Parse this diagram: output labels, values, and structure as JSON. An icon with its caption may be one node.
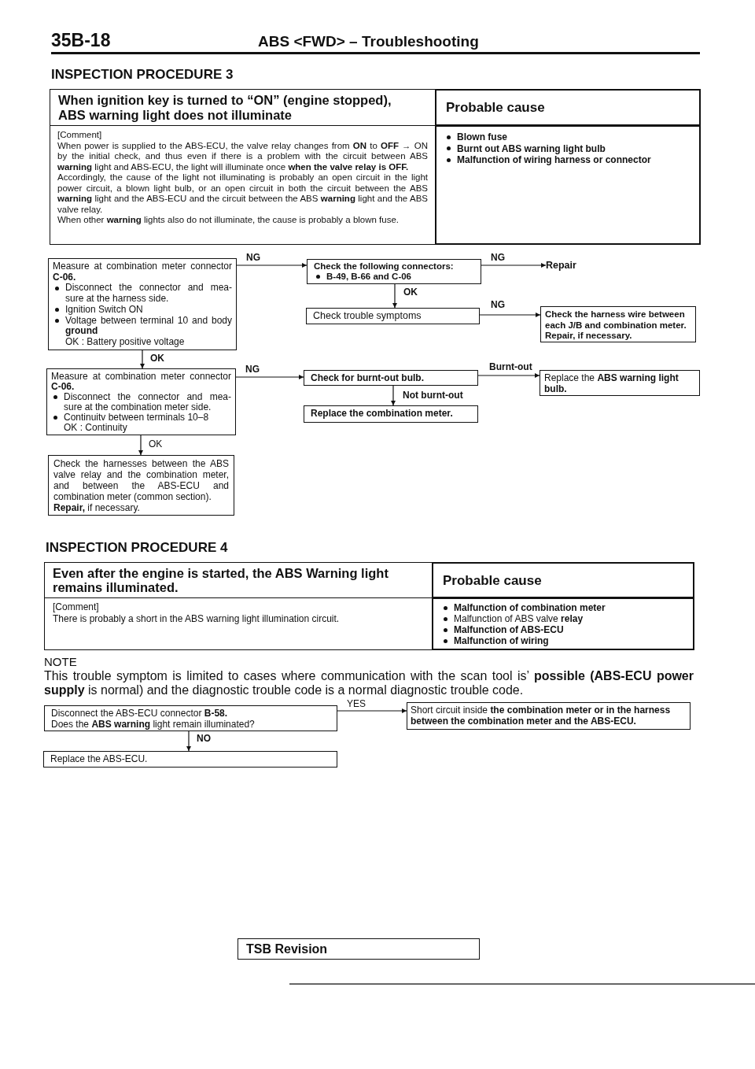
{
  "diagram": {
    "title": "ABS <FWD> – Troubleshooting",
    "nodes": [
      {
        "text": [
          "When ignition key is turned to “ON” (engine stopped), ABS warning light does not illuminate"
        ]
      },
      {
        "text": [
          "Probable cause"
        ]
      },
      {
        "text": [
          "[Comment]",
          "When power is supplied to the ABS-ECU, the valve relay changes from **ON** to **OFF** → ON by the initial check, and thus even if there is a problem with the circuit between ABS **warning** light and ABS-ECU, the light will illuminate once **when the valve relay is OFF.**",
          "Accordingly, the cause of the light not illuminating is probably an open circuit in the light power circuit, a blown light bulb, or an open circuit in both the circuit between the ABS **warning** light and the ABS-ECU and the circuit between the ABS **warning** light and the ABS valve relay.",
          "When other **warning** lights also do not illuminate, the cause is probably a blown fuse."
        ]
      },
      {
        "text": [
          "Blown fuse",
          "Burnt out ABS warning light bulb",
          "Malfunction of wiring harness or connector"
        ]
      },
      {
        "text": [
          "Measure at combination meter connector **C-06.**",
          "Disconnect the connector and mea- sure at the harness side.",
          "Ignition Switch ON",
          "Voltage between terminal 10 and body **ground**",
          "OK : Battery positive voltage"
        ]
      },
      {
        "text": [
          "Check the following connectors:",
          "B-49, B-66 and C-06"
        ]
      },
      {
        "text": [
          "Repair"
        ]
      },
      {
        "text": [
          "Check trouble symptoms"
        ]
      },
      {
        "text": [
          "Check the harness wire between each J/B and combination meter.",
          "Repair, if necessary."
        ]
      },
      {
        "text": [
          "Measure at combination meter connector **C-06.**",
          "Disconnect the connector and mea- sure at the combination meter side.",
          "Continuitv between terminals 10–8",
          "OK : Continuity"
        ]
      },
      {
        "text": [
          "Check for burnt-out bulb."
        ]
      },
      {
        "text": [
          "Replace the **ABS warning light bulb.**"
        ]
      },
      {
        "text": [
          "Replace the combination meter."
        ]
      },
      {
        "text": [
          "Check the harnesses between the ABS valve relay and the combination meter, and between the ABS-ECU and combination meter (common section).",
          "**Repair,** if necessary."
        ]
      },
      {
        "text": [
          "Even after the engine is started, the ABS Warning light remains illuminated."
        ]
      },
      {
        "text": [
          "Probable cause"
        ]
      },
      {
        "text": [
          "[Comment]",
          "There is probably a short in the ABS warning light illumination circuit."
        ]
      },
      {
        "text": [
          "Malfunction of combination meter",
          "Malfunction of ABS valve **relay**",
          "Malfunction of ABS-ECU",
          "Malfunction of wiring"
        ]
      },
      {
        "text": [
          "Disconnect the ABS-ECU connector **B-58.**",
          "Does the **ABS warning** light remain illuminated?"
        ]
      },
      {
        "text": [
          "Short circuit inside **the combination meter or in the harness between the combination meter and the ABS-ECU.**"
        ]
      },
      {
        "text": [
          "Replace the ABS-ECU."
        ]
      },
      {
        "text": [
          "TSB Revision"
        ]
      }
    ],
    "edges": [
      {
        "from": 4,
        "to": 5,
        "arrow": "to",
        "label": "NG"
      },
      {
        "from": 5,
        "to": 6,
        "arrow": "to",
        "label": "NG"
      },
      {
        "from": 5,
        "to": 7,
        "arrow": "to",
        "label": "OK"
      },
      {
        "from": 7,
        "to": 8,
        "arrow": "to",
        "label": "NG"
      },
      {
        "from": 4,
        "to": 9,
        "arrow": "to",
        "label": "OK"
      },
      {
        "from": 9,
        "to": 10,
        "arrow": "to",
        "label": "NG"
      },
      {
        "from": 10,
        "to": 11,
        "arrow": "to",
        "label": "Burnt-out"
      },
      {
        "from": 10,
        "to": 12,
        "arrow": "to",
        "label": "Not burnt-out"
      },
      {
        "from": 9,
        "to": 13,
        "arrow": "to",
        "label": "OK"
      },
      {
        "from": 18,
        "to": 19,
        "arrow": "to",
        "label": "YES"
      },
      {
        "from": 18,
        "to": 20,
        "arrow": "to",
        "label": "NO"
      }
    ],
    "labels": [
      "35B-18",
      "INSPECTION PROCEDURE 3",
      "INSPECTION PROCEDURE 4",
      "NOTE",
      "This trouble symptom is limited to cases where communication with the scan tool is’ **possible (ABS-ECU power supply** is normal) and the diagnostic trouble code is a normal diagnostic trouble code."
    ]
  }
}
